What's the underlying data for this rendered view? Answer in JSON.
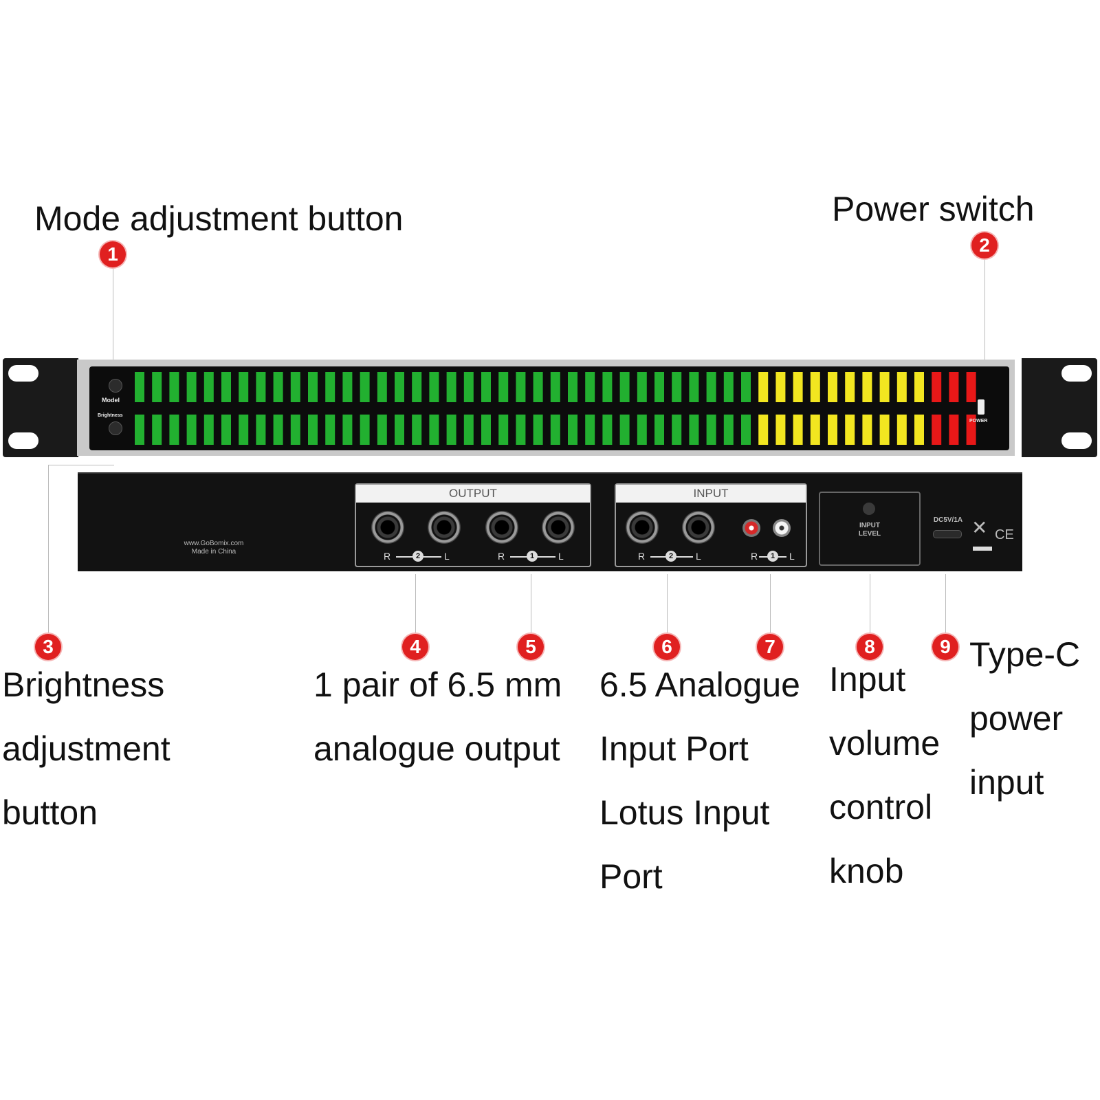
{
  "callouts": [
    {
      "num": "1",
      "lines": [
        "Mode adjustment button"
      ]
    },
    {
      "num": "2",
      "lines": [
        "Power switch"
      ]
    },
    {
      "num": "3",
      "lines": [
        "Brightness",
        "adjustment",
        "button"
      ]
    },
    {
      "num": "4",
      "lines": [
        "1 pair of 6.5 mm",
        "analogue output"
      ]
    },
    {
      "num": "5",
      "lines": []
    },
    {
      "num": "6",
      "lines": [
        "6.5 Analogue",
        "Input Port",
        "Lotus Input",
        "Port"
      ]
    },
    {
      "num": "7",
      "lines": []
    },
    {
      "num": "8",
      "lines": [
        "Input",
        "volume",
        "control",
        "knob"
      ]
    },
    {
      "num": "9",
      "lines": [
        "Type-C",
        "power",
        "input"
      ]
    }
  ],
  "front_panel": {
    "mode_label": "Model",
    "brightness_label": "Brightness",
    "power_label": "POWER",
    "meter": {
      "rows": 2,
      "green": 36,
      "yellow": 10,
      "red": 3,
      "colors": {
        "green": "#22b030",
        "yellow": "#f2e620",
        "red": "#e81818"
      }
    }
  },
  "rear_panel": {
    "website": "www.GoBomix.com",
    "made_in": "Made in China",
    "output_title": "OUTPUT",
    "input_title": "INPUT",
    "r": "R",
    "l": "L",
    "pair_1": "1",
    "pair_2": "2",
    "input_level_1": "INPUT",
    "input_level_2": "LEVEL",
    "dc": "DC5V/1A",
    "ce": "CE"
  }
}
